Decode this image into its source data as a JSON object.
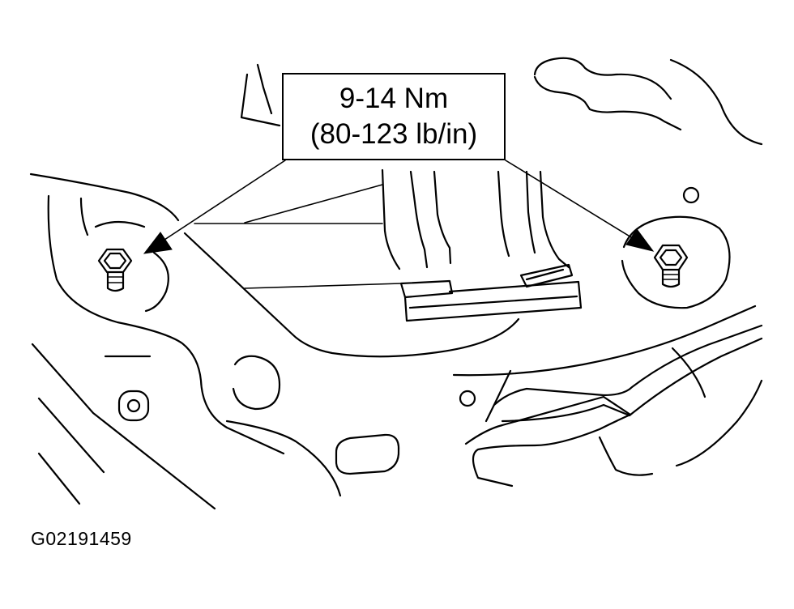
{
  "callout": {
    "torque_nm": "9-14 Nm",
    "torque_lbin": "(80-123 lb/in)"
  },
  "figure_id": "G02191459",
  "icons": [
    "bolt-icon",
    "bolt-icon",
    "arrow-icon",
    "arrow-icon"
  ],
  "colors": {
    "line": "#000000",
    "background": "#ffffff"
  }
}
